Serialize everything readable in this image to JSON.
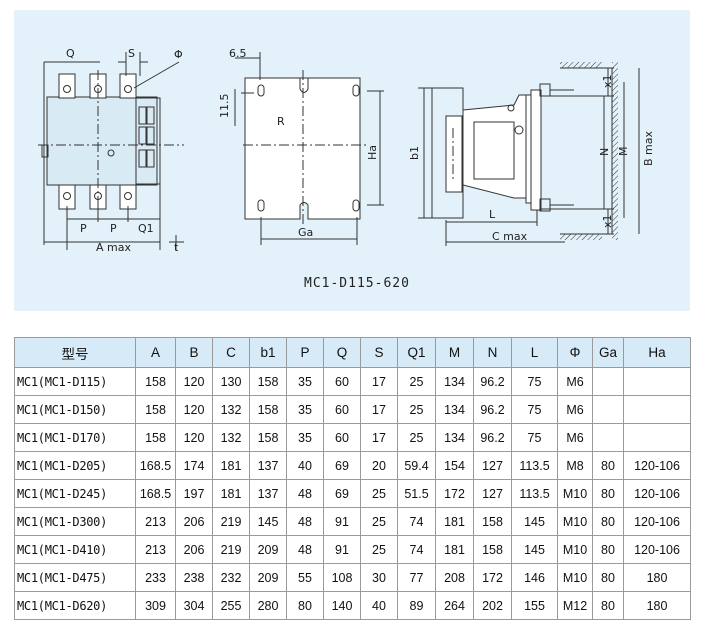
{
  "drawing": {
    "caption": "MC1-D115-620",
    "labels": {
      "Q": "Q",
      "S": "S",
      "Phi": "Φ",
      "P1": "P",
      "P2": "P",
      "Q1": "Q1",
      "Amax": "A max",
      "t": "t",
      "d65": "6.5",
      "d115": "11.5",
      "R": "R",
      "Ha": "Ha",
      "Ga": "Ga",
      "b1": "b1",
      "L": "L",
      "Cmax": "C max",
      "N": "N",
      "M": "M",
      "Bmax": "B max",
      "x1a": "x1",
      "x1b": "x1"
    }
  },
  "table": {
    "headers": [
      "型号",
      "A",
      "B",
      "C",
      "b1",
      "P",
      "Q",
      "S",
      "Q1",
      "M",
      "N",
      "L",
      "Φ",
      "Ga",
      "Ha"
    ],
    "rows": [
      [
        "MC1(MC1-D115)",
        "158",
        "120",
        "130",
        "158",
        "35",
        "60",
        "17",
        "25",
        "134",
        "96.2",
        "75",
        "M6",
        "",
        ""
      ],
      [
        "MC1(MC1-D150)",
        "158",
        "120",
        "132",
        "158",
        "35",
        "60",
        "17",
        "25",
        "134",
        "96.2",
        "75",
        "M6",
        "",
        ""
      ],
      [
        "MC1(MC1-D170)",
        "158",
        "120",
        "132",
        "158",
        "35",
        "60",
        "17",
        "25",
        "134",
        "96.2",
        "75",
        "M6",
        "",
        ""
      ],
      [
        "MC1(MC1-D205)",
        "168.5",
        "174",
        "181",
        "137",
        "40",
        "69",
        "20",
        "59.4",
        "154",
        "127",
        "113.5",
        "M8",
        "80",
        "120-106"
      ],
      [
        "MC1(MC1-D245)",
        "168.5",
        "197",
        "181",
        "137",
        "48",
        "69",
        "25",
        "51.5",
        "172",
        "127",
        "113.5",
        "M10",
        "80",
        "120-106"
      ],
      [
        "MC1(MC1-D300)",
        "213",
        "206",
        "219",
        "145",
        "48",
        "91",
        "25",
        "74",
        "181",
        "158",
        "145",
        "M10",
        "80",
        "120-106"
      ],
      [
        "MC1(MC1-D410)",
        "213",
        "206",
        "219",
        "209",
        "48",
        "91",
        "25",
        "74",
        "181",
        "158",
        "145",
        "M10",
        "80",
        "120-106"
      ],
      [
        "MC1(MC1-D475)",
        "233",
        "238",
        "232",
        "209",
        "55",
        "108",
        "30",
        "77",
        "208",
        "172",
        "146",
        "M10",
        "80",
        "180"
      ],
      [
        "MC1(MC1-D620)",
        "309",
        "304",
        "255",
        "280",
        "80",
        "140",
        "40",
        "89",
        "264",
        "202",
        "155",
        "M12",
        "80",
        "180"
      ]
    ]
  }
}
